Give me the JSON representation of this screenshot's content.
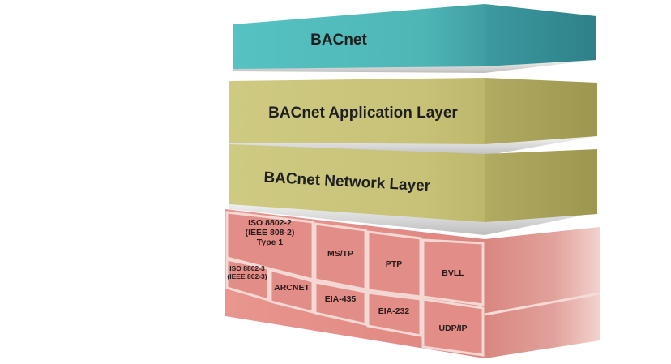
{
  "layers": {
    "bacnet": {
      "label": "BACnet",
      "color": "#4db8b8"
    },
    "application": {
      "label": "BACnet Application Layer",
      "color": "#c9c47a"
    },
    "network": {
      "label": "BACnet Network Layer",
      "color": "#c9c47a"
    }
  },
  "datalink": {
    "color": "#e58f8a",
    "cells": {
      "iso_8802_2": {
        "lines": [
          "ISO 8802-2",
          "(IEEE 808-2)",
          "Type 1"
        ]
      },
      "iso_8802_3": {
        "lines": [
          "ISO 8802-3",
          "(IEEE 802-3)"
        ]
      },
      "arcnet": {
        "lines": [
          "ARCNET"
        ]
      },
      "mstp": {
        "lines": [
          "MS/TP"
        ]
      },
      "eia_485": {
        "lines": [
          "EIA-435"
        ]
      },
      "ptp": {
        "lines": [
          "PTP"
        ]
      },
      "eia_232": {
        "lines": [
          "EIA-232"
        ]
      },
      "bvll": {
        "lines": [
          "BVLL"
        ]
      },
      "udp_ip": {
        "lines": [
          "UDP/IP"
        ]
      }
    }
  }
}
